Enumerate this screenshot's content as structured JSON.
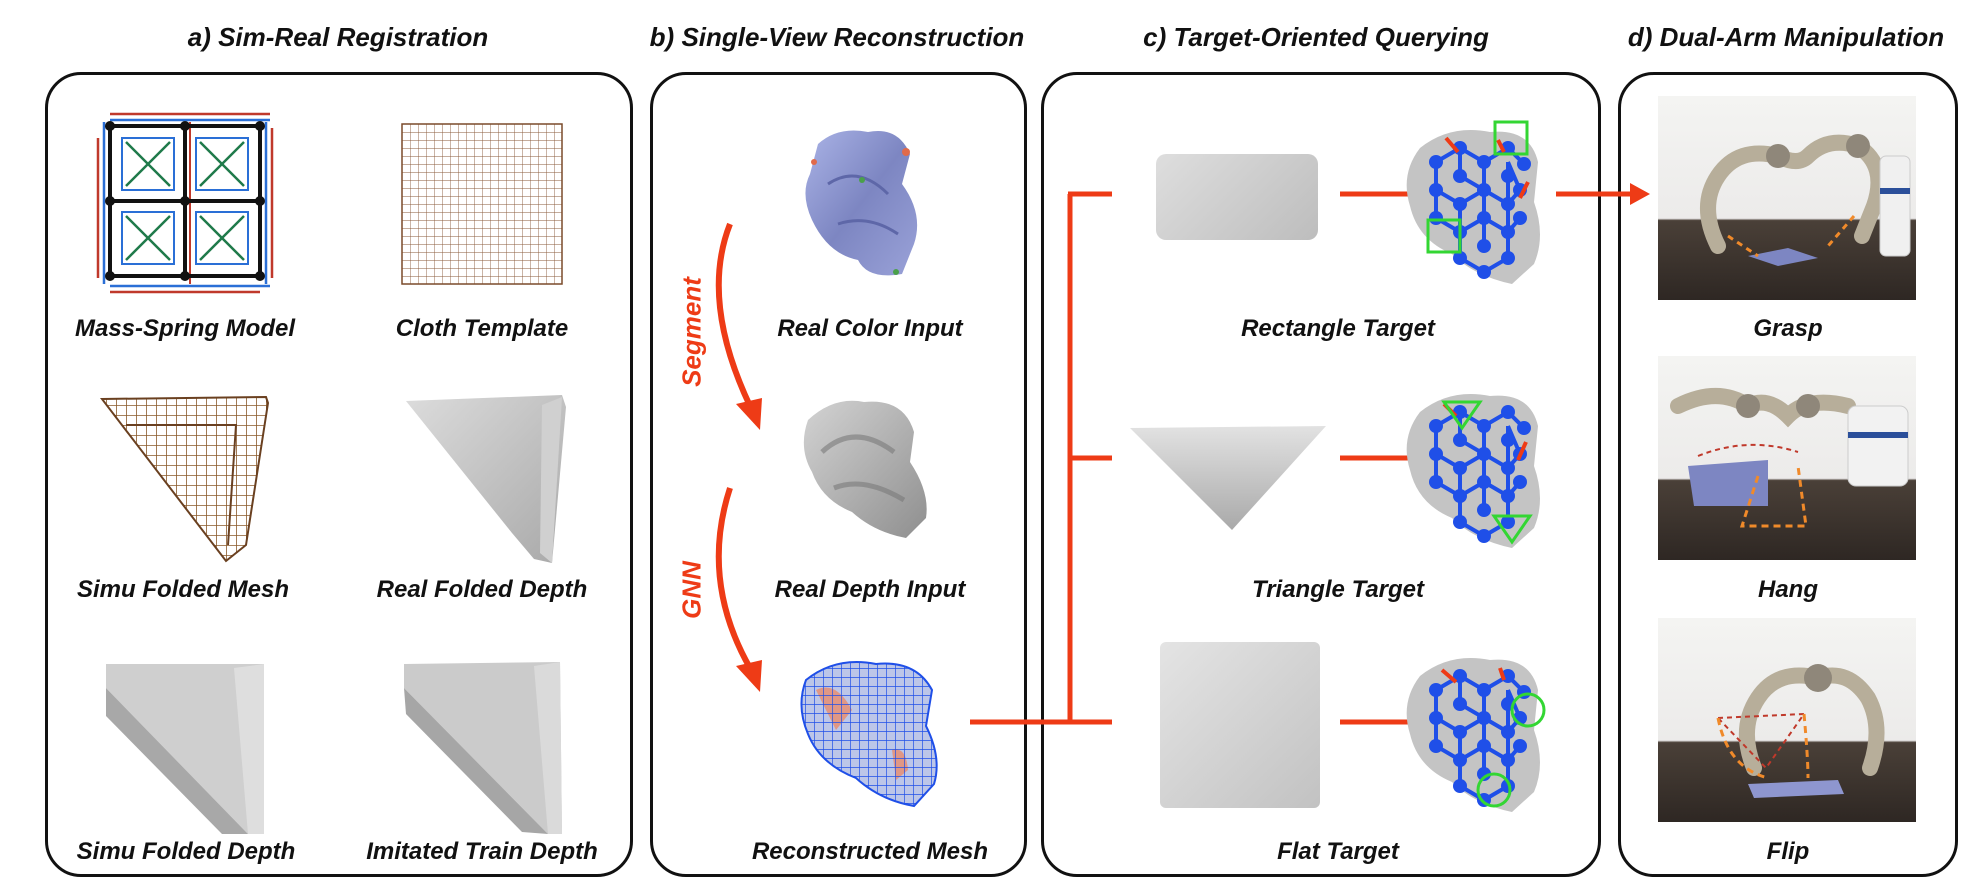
{
  "sections": {
    "a": {
      "title": "a) Sim-Real Registration",
      "captions": [
        "Mass-Spring Model",
        "Cloth Template",
        "Simu Folded Mesh",
        "Real Folded Depth",
        "Simu Folded Depth",
        "Imitated Train Depth"
      ]
    },
    "b": {
      "title": "b) Single-View Reconstruction",
      "captions": [
        "Real Color Input",
        "Real Depth Input",
        "Reconstructed Mesh"
      ],
      "arrow_labels": [
        "Segment",
        "GNN"
      ]
    },
    "c": {
      "title": "c) Target-Oriented Querying",
      "captions": [
        "Rectangle Target",
        "Triangle Target",
        "Flat Target"
      ]
    },
    "d": {
      "title": "d) Dual-Arm Manipulation",
      "captions": [
        "Grasp",
        "Hang",
        "Flip"
      ]
    }
  },
  "colors": {
    "accent_red": "#ee3b16",
    "graph_blue": "#1f4fe8",
    "highlight_green": "#33d633",
    "spring_red": "#c0392b",
    "spring_blue": "#2a6fd6",
    "spring_green": "#1f7a4a",
    "cloth_gray": "#c9c9c9",
    "panel_border": "#111111"
  }
}
